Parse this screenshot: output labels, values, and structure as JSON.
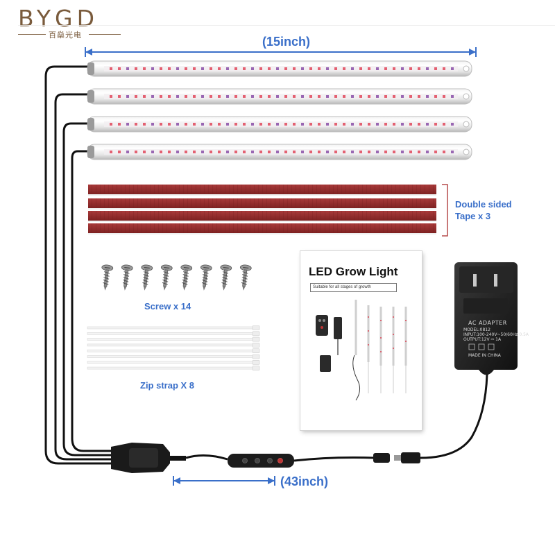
{
  "brand": {
    "name": "BYGD",
    "sub": "百燊光电",
    "color": "#7a5b3c"
  },
  "dimensions": {
    "bar_length": "(15inch)",
    "cable_length": "(43inch)",
    "color": "#3a6fc9"
  },
  "captions": {
    "tape_line1": "Double sided",
    "tape_line2": "Tape x 3",
    "screws": "Screw x 14",
    "zip": "Zip strap X 8"
  },
  "manual": {
    "title": "LED Grow Light",
    "subtitle": "Suitable for all stages of growth"
  },
  "adapter": {
    "label": "AC ADAPTER",
    "line1": "MODEL:0812",
    "line2": "INPUT:100-240V~50/60Hz 0.5A",
    "line3": "OUTPUT:12V ⎓ 1A",
    "line4": "MADE IN CHINA"
  },
  "kit": {
    "light_bars": 4,
    "tape_strips": 4,
    "screws": 8,
    "zip_straps": 8
  }
}
